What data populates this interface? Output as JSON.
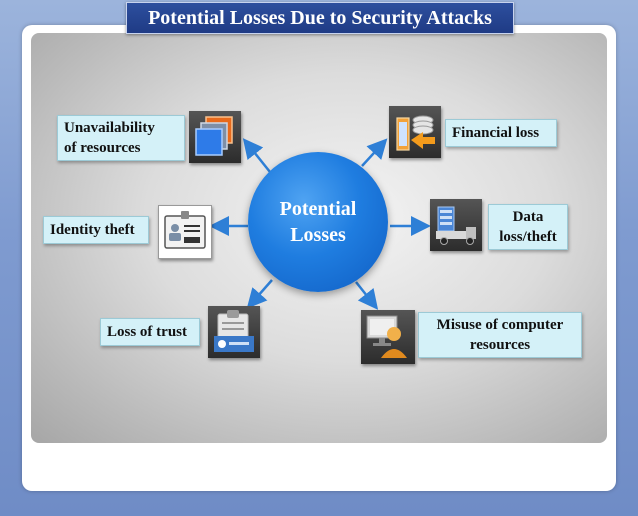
{
  "title": "Potential Losses Due to Security Attacks",
  "center": {
    "line1": "Potential",
    "line2": "Losses"
  },
  "items": {
    "unavailability": {
      "line1": "Unavailability",
      "line2": "of resources",
      "icon": "stacked-windows-icon"
    },
    "identity": {
      "text": "Identity theft",
      "icon": "id-badge-icon"
    },
    "trust": {
      "text": "Loss of trust",
      "icon": "clipboard-icon"
    },
    "financial": {
      "text": "Financial loss",
      "icon": "coins-transfer-icon"
    },
    "data": {
      "line1": "Data",
      "line2": "loss/theft",
      "icon": "delivery-truck-icon"
    },
    "misuse": {
      "line1": "Misuse of computer",
      "line2": "resources",
      "icon": "user-computer-icon"
    }
  },
  "colors": {
    "accent": "#1f7de0",
    "title_bg": "#1f3b85",
    "label_bg": "#d4f1f8",
    "arrow": "#2e7fd6"
  }
}
